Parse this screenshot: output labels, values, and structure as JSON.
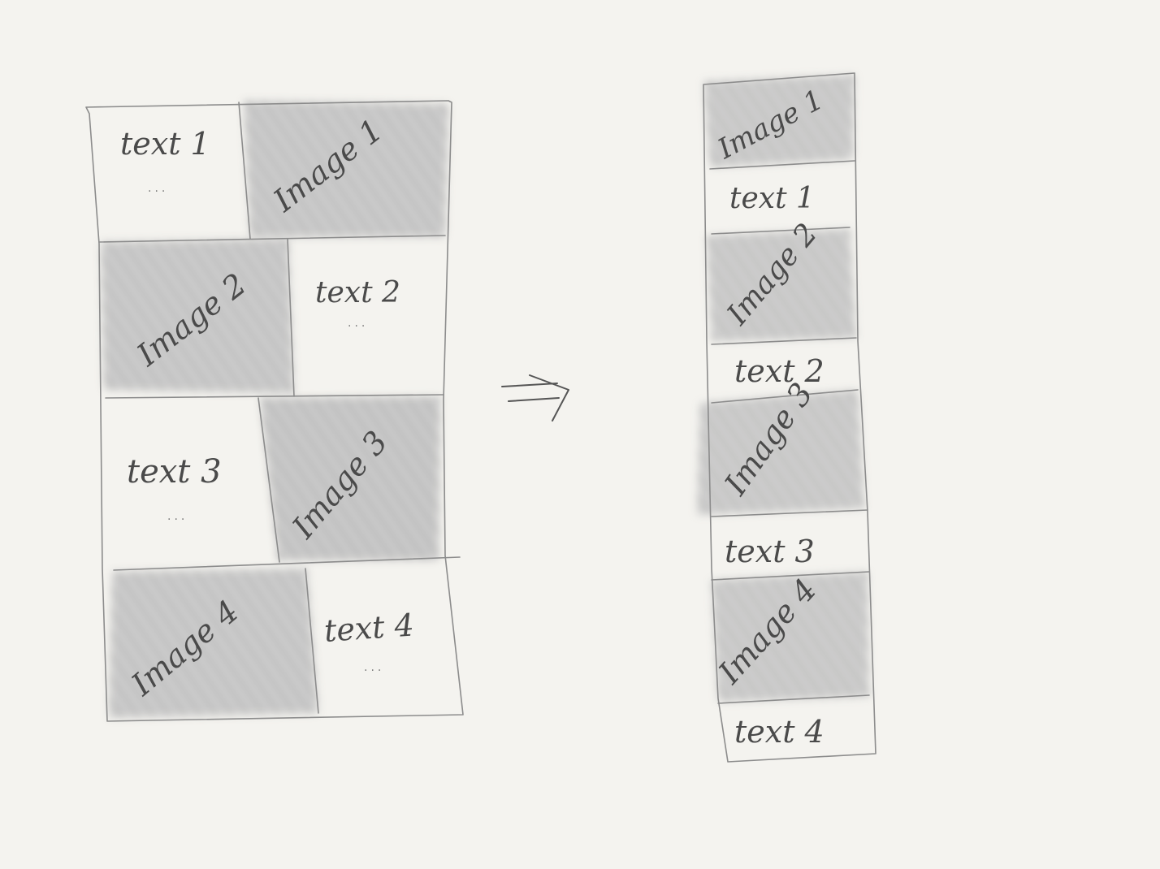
{
  "desktop_layout": {
    "cells": [
      {
        "kind": "text",
        "label": "text 1",
        "ellipsis": "..."
      },
      {
        "kind": "image",
        "label": "Image 1"
      },
      {
        "kind": "image",
        "label": "Image 2"
      },
      {
        "kind": "text",
        "label": "text 2",
        "ellipsis": "..."
      },
      {
        "kind": "text",
        "label": "text 3",
        "ellipsis": "..."
      },
      {
        "kind": "image",
        "label": "Image 3"
      },
      {
        "kind": "image",
        "label": "Image 4"
      },
      {
        "kind": "text",
        "label": "text 4",
        "ellipsis": "..."
      }
    ]
  },
  "arrow": "=>",
  "mobile_layout": {
    "cells": [
      {
        "kind": "image",
        "label": "Image 1"
      },
      {
        "kind": "text",
        "label": "text 1"
      },
      {
        "kind": "image",
        "label": "Image 2"
      },
      {
        "kind": "text",
        "label": "text 2"
      },
      {
        "kind": "image",
        "label": "Image 3"
      },
      {
        "kind": "text",
        "label": "text 3"
      },
      {
        "kind": "image",
        "label": "Image 4"
      },
      {
        "kind": "text",
        "label": "text 4"
      }
    ]
  },
  "colors": {
    "background": "#f4f3ef",
    "pencil_line": "#8c8c8c",
    "shading": "#9a9a9a",
    "text": "#4a4a4a"
  }
}
